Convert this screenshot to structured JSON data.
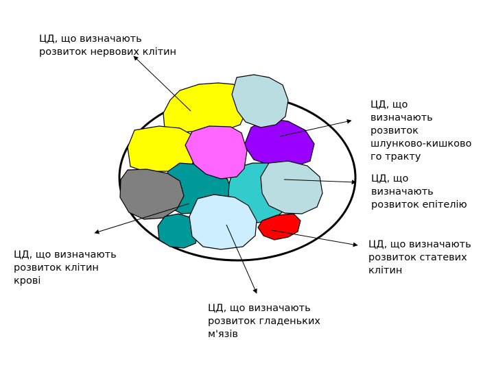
{
  "labels": {
    "nervous": "ЦД, що визначають\nрозвиток нервових клітин",
    "gut": "ЦД, що\nвизначають\nрозвиток\nшлунково-кишково\nго тракту",
    "epithelium": "ЦД, що\nвизначають\nрозвиток епітелію",
    "sex_cells": "ЦД, що визначають\nрозвиток статевих\nклітин",
    "blood": "ЦД, що визначають\nрозвиток клітин\nкрові",
    "smooth_muscle": "ЦД, що визначають\nрозвиток гладеньких\nм'язів"
  },
  "colors": {
    "outline": "#000000",
    "yellow": "#ffff00",
    "light_blue_gray": "#b9dde0",
    "purple": "#9900ff",
    "pink": "#ff66ff",
    "teal": "#009999",
    "turquoise": "#33cccc",
    "gray": "#808080",
    "pale_blue": "#cceeff",
    "red": "#ff0000"
  }
}
